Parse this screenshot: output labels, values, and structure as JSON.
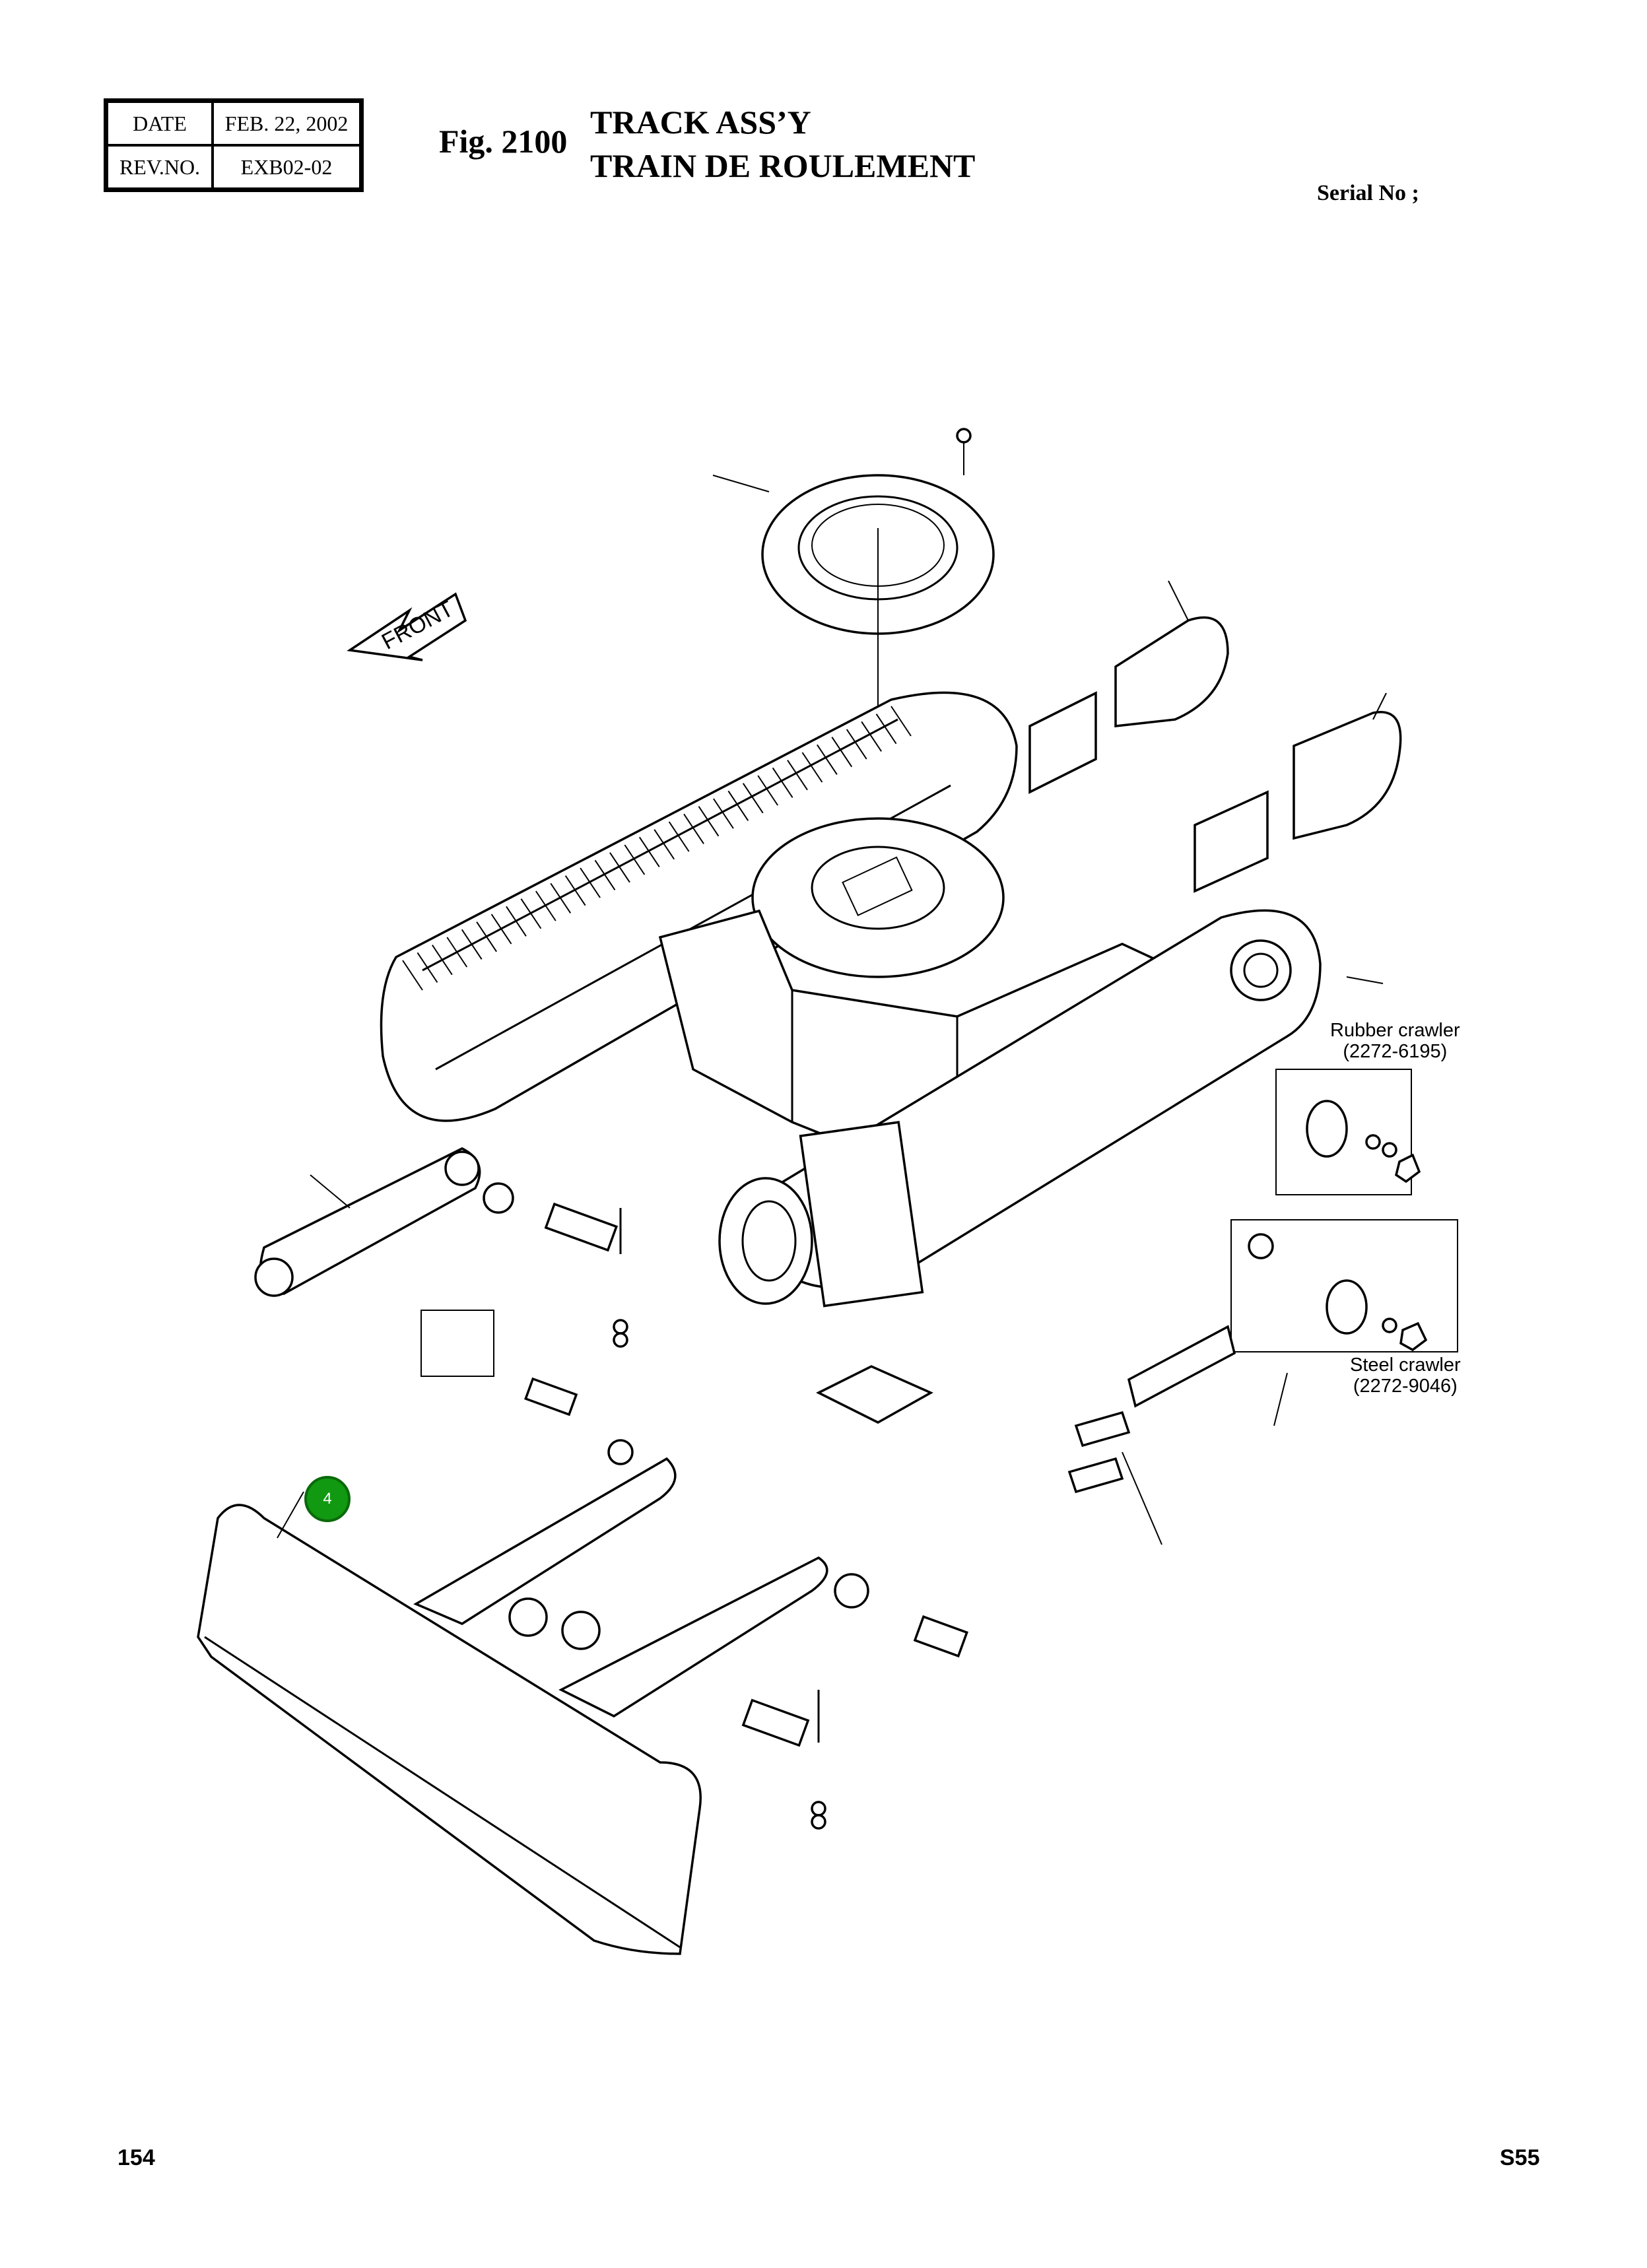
{
  "header": {
    "date_label": "DATE",
    "date_value": "FEB. 22, 2002",
    "rev_label": "REV.NO.",
    "rev_value": "EXB02-02"
  },
  "figure": {
    "number": "Fig. 2100",
    "title_en": "TRACK ASS’Y",
    "title_fr": "TRAIN DE ROULEMENT"
  },
  "serial_label": "Serial No ;",
  "front_label": "FRONT",
  "callouts": {
    "rubber": "Rubber crawler",
    "rubber_code": "(2272-6195)",
    "steel": "Steel crawler",
    "steel_code": "(2272-9046)"
  },
  "badge": "4",
  "footer": {
    "page": "154",
    "code": "S55"
  }
}
